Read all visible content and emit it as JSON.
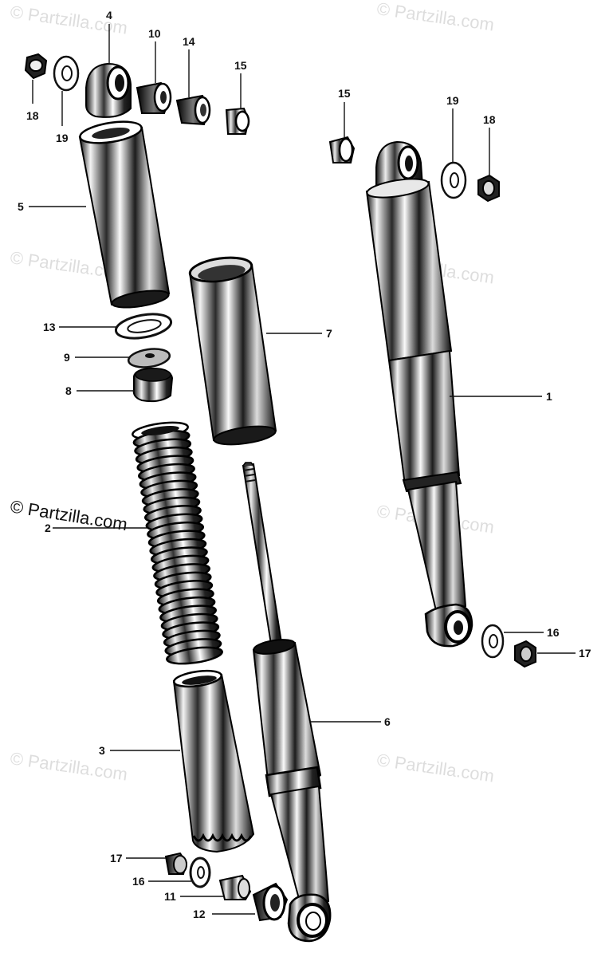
{
  "watermark": {
    "text": "© Partzilla.com"
  },
  "callouts": {
    "c1": "1",
    "c2": "2",
    "c3": "3",
    "c4": "4",
    "c5": "5",
    "c6": "6",
    "c7": "7",
    "c8": "8",
    "c9": "9",
    "c10": "10",
    "c11": "11",
    "c12": "12",
    "c13": "13",
    "c14": "14",
    "c15a": "15",
    "c15b": "15",
    "c16a": "16",
    "c16b": "16",
    "c17a": "17",
    "c17b": "17",
    "c18a": "18",
    "c18b": "18",
    "c19a": "19",
    "c19b": "19"
  }
}
